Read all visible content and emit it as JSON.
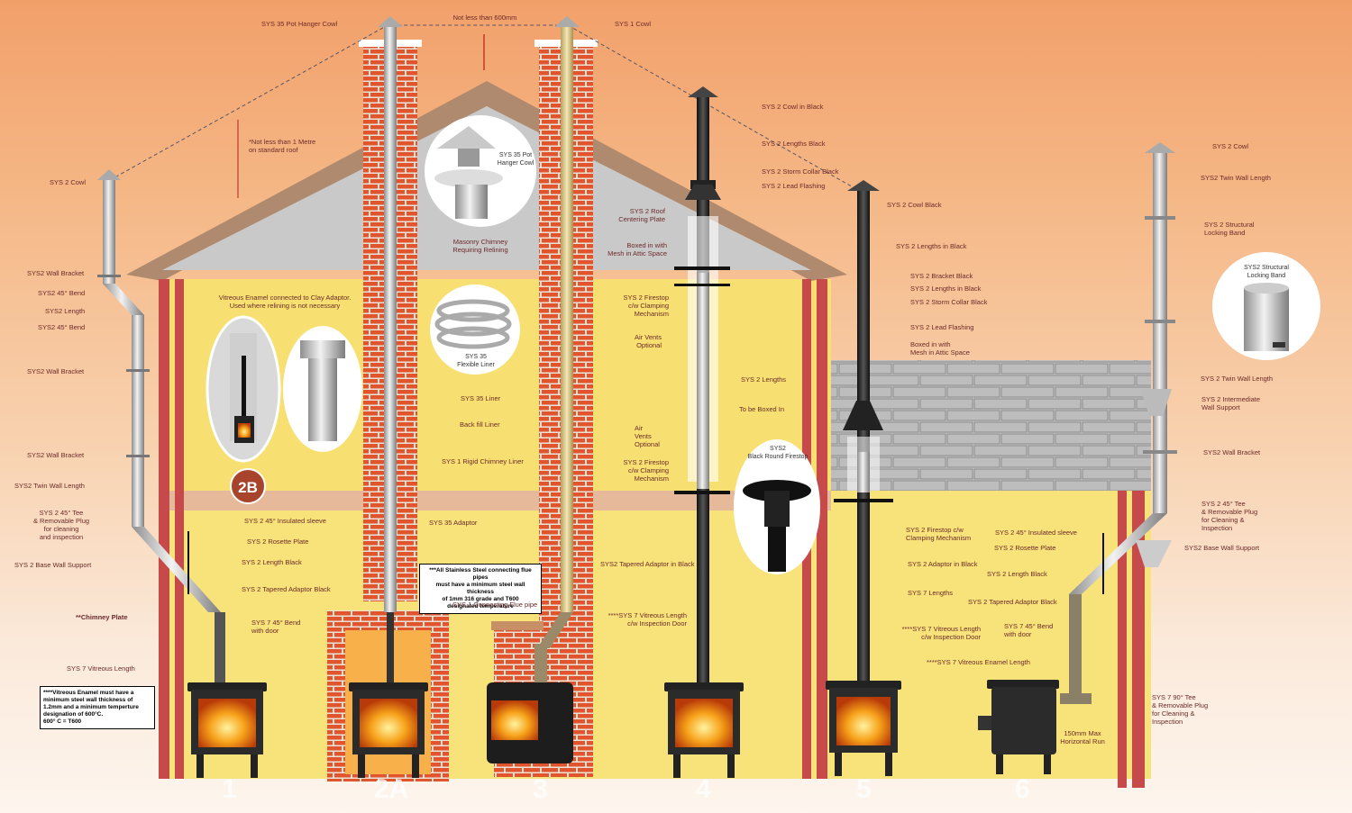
{
  "diagram": {
    "top_dimension": "Not less than 600mm",
    "roof_dimension": "*Not less than 1 Metre\non standard roof",
    "clay_adaptor_note": "Vitreous Enamel connected to Clay Adaptor.\nUsed where relining is not necessary",
    "badge_2b": "2B",
    "numbers": [
      "1",
      "2A",
      "3",
      "4",
      "5",
      "6"
    ],
    "notes": {
      "vitreous_note": "****Vitreous Enamel must have a\nminimum steel wall thickness of\n1.2mm and a minimum temperture\ndesignation of 600°C.\n600° C = T600",
      "stainless_note": "***All Stainless Steel connecting flue pipes\nmust have a minimum steel wall thickness\nof 1mm 316 grade and T600\ndesignated temperature"
    },
    "insets": {
      "pot_hanger": "SYS 35 Pot\nHanger Cowl",
      "flexible_liner": "SYS 35\nFlexible Liner",
      "black_firestop": "SYS2\nBlack Round Firestop",
      "structural_band": "SYS2 Structural\nLocking Band"
    },
    "labels_left": [
      "SYS 35 Pot Hanger Cowl",
      "SYS 2 Cowl",
      "SYS2 Wall Bracket",
      "SYS2 45° Bend",
      "SYS2 Length",
      "SYS2 45° Bend",
      "SYS2 Wall Bracket",
      "SYS2 Wall Bracket",
      "SYS2 Twin Wall Length",
      "SYS 2 45° Tee\n& Removable Plug\nfor cleaning\nand inspection",
      "SYS 2 Base Wall Support",
      "**Chimney Plate",
      "SYS 7 Vitreous Length"
    ],
    "labels_system1": [
      "SYS 2 45° Insulated sleeve",
      "SYS 2 Rosette Plate",
      "SYS 2 Length Black",
      "SYS 2 Tapered Adaptor Black",
      "SYS 7 45° Bend\nwith door"
    ],
    "labels_middle": [
      "Masonry Chimney\nRequiring Relining",
      "SYS 35 Liner",
      "Back fill Liner",
      "SYS 1 Rigid Chimney Liner",
      "SYS 35 Adaptor",
      "SYS 1 Connecting Flue pipe",
      "SYS 1 Cowl"
    ],
    "labels_system4": [
      "SYS 2 Cowl in Black",
      "SYS 2 Lengths Black",
      "SYS 2 Storm Collar Black",
      "SYS 2 Lead Flashing",
      "SYS 2 Roof\nCentering Plate",
      "Boxed in with\nMesh in Attic Space",
      "SYS 2 Firestop\nc/w Clamping\nMechanism",
      "Air Vents\nOptional",
      "SYS 2 Lengths",
      "To be Boxed In",
      "Air\nVents\nOptional",
      "SYS 2 Firestop\nc/w Clamping\nMechanism",
      "SYS2 Tapered Adaptor in Black",
      "****SYS 7 Vitreous Length\nc/w Inspection Door"
    ],
    "labels_system5": [
      "SYS 2 Cowl Black",
      "SYS 2 Lengths in Black",
      "SYS 2 Bracket Black",
      "SYS 2 Lengths in Black",
      "SYS 2 Storm Collar Black",
      "SYS 2 Lead Flashing",
      "Boxed in with\nMesh in Attic Space",
      "SYS 2 Firestop c/w\nClamping Mechanism",
      "SYS 2 Adaptor in Black",
      "SYS 7 Lengths",
      "****SYS 7 Vitreous Length\nc/w Inspection Door",
      "****SYS 7 Vitreous Enamel Length"
    ],
    "labels_system6": [
      "SYS 2 Cowl",
      "SYS2 Twin Wall Length",
      "SYS 2 Structural\nLocking Band",
      "SYS 2 Twin Wall Length",
      "SYS 2 Intermediate\nWall Support",
      "SYS2 Wall Bracket",
      "SYS 2 45° Tee\n& Removable Plug\nfor Cleaning &\nInspection",
      "SYS2 Base Wall Support",
      "SYS 2 45° Insulated sleeve",
      "SYS 2 Rosette Plate",
      "SYS 2 Length Black",
      "SYS 2 Tapered Adaptor Black",
      "SYS 7 45° Bend\nwith door",
      "SYS 7 90° Tee\n& Removable Plug\nfor Cleaning &\nInspection",
      "150mm Max\nHorizontal Run"
    ]
  }
}
